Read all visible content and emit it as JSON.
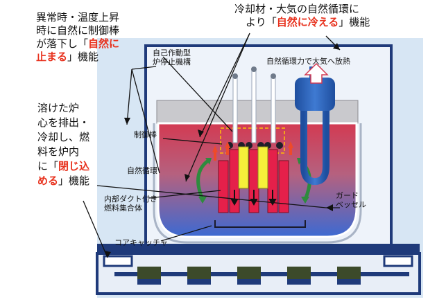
{
  "callouts": {
    "stop": {
      "line1": "異常時・温度上昇",
      "line2": "時に自然に制御棒",
      "line3_pre": "が落下し「",
      "line3_red": "自然に",
      "line4_red": "止まる",
      "line4_post": "」機能"
    },
    "cool": {
      "line1": "冷却材・大気の自然循環に",
      "line2_pre": "より「",
      "line2_red": "自然に冷える",
      "line2_post": "」機能"
    },
    "contain": {
      "line1": "溶けた炉",
      "line2": "心を排出・",
      "line3": "冷却し、燃",
      "line4": "料を炉内",
      "line5_pre": "に「",
      "line5_red": "閉じ込",
      "line6_red": "める",
      "line6_post": "」機能"
    }
  },
  "labels": {
    "self_actuated_1": "自己作動型",
    "self_actuated_2": "炉停止機構",
    "air_release": "自然循環力で大気へ放熱",
    "control_rod": "制御棒",
    "natural_circulation": "自然循環",
    "inner_duct_1": "内部ダクト付き",
    "inner_duct_2": "燃料集合体",
    "guard_1": "ガード",
    "guard_2": "ベッセル",
    "core_catcher": "コアキャッチャ"
  },
  "colors": {
    "accent_red": "#e8321e",
    "frame_navy": "#1f3a7a",
    "bg_panel": "#d7e6f4",
    "hot_red": "#d33a52",
    "cool_blue": "#3c6ad2",
    "arrow_green": "#2e8b3e",
    "rod_yellow": "#f6f03a",
    "fuel_red": "#e5204a",
    "hx_blue": "#2a5fb5",
    "ground_green": "#3c4a2a"
  }
}
